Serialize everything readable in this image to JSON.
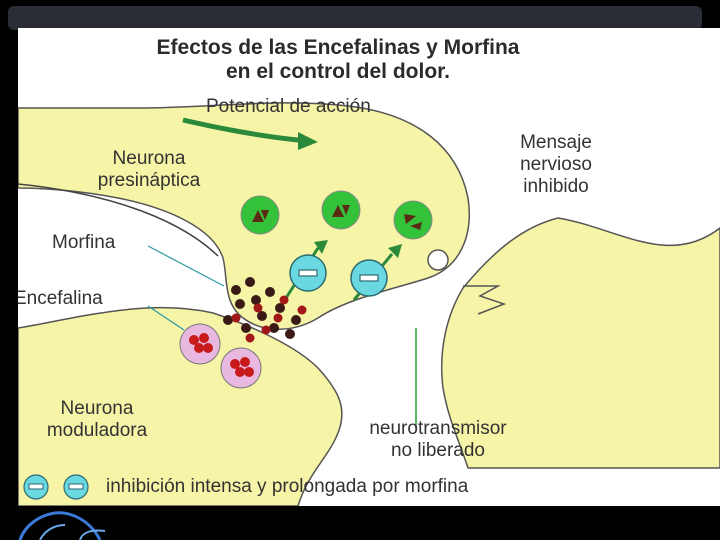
{
  "diagram": {
    "title_line1": "Efectos de las Encefalinas y Morfina",
    "title_line2": "en el control del dolor.",
    "labels": {
      "action_potential": "Potencial de acción",
      "presynaptic_line1": "Neurona",
      "presynaptic_line2": "presináptica",
      "message_line1": "Mensaje",
      "message_line2": "nervioso",
      "message_line3": "inhibido",
      "morphine": "Morfina",
      "enkephalin": "Encefalina",
      "modulatory_line1": "Neurona",
      "modulatory_line2": "moduladora",
      "neurotransmitter_line1": "neurotransmisor",
      "neurotransmitter_line2": "no liberado"
    },
    "legend": {
      "text": "inhibición intensa y prolongada por morfina"
    },
    "colors": {
      "neuron_fill": "#f6f4a6",
      "vesicle_green": "#34c23a",
      "receptor_cyan": "#6ad8e0",
      "morphine_dark": "#3a1a14",
      "enkephalin_red": "#a01818",
      "modulatory_vesicle": "#e8b8e0",
      "arrow_green": "#2a8a3a"
    }
  }
}
